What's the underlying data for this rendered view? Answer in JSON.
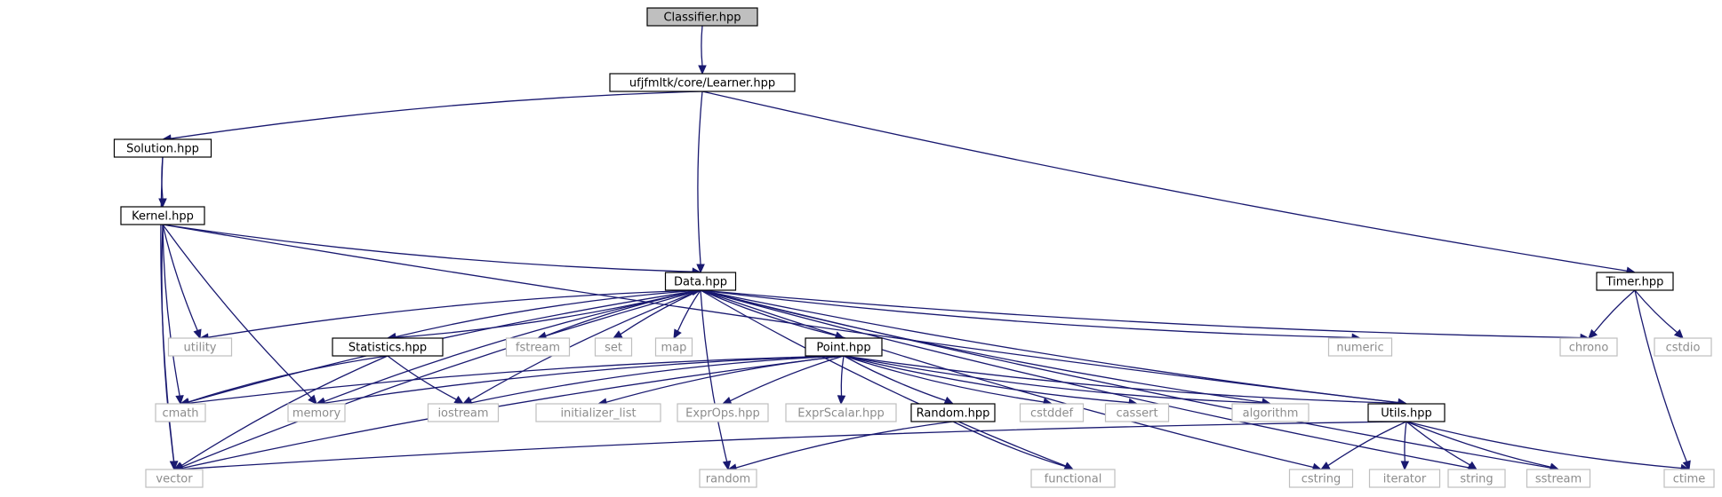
{
  "diagram": {
    "nodes": [
      {
        "id": "classifier",
        "label": "Classifier.hpp",
        "kind": "root"
      },
      {
        "id": "learner",
        "label": "ufjfmltk/core/Learner.hpp",
        "kind": "header"
      },
      {
        "id": "solution",
        "label": "Solution.hpp",
        "kind": "header"
      },
      {
        "id": "kernel",
        "label": "Kernel.hpp",
        "kind": "header"
      },
      {
        "id": "data",
        "label": "Data.hpp",
        "kind": "header"
      },
      {
        "id": "timer",
        "label": "Timer.hpp",
        "kind": "header"
      },
      {
        "id": "statistics",
        "label": "Statistics.hpp",
        "kind": "header"
      },
      {
        "id": "point",
        "label": "Point.hpp",
        "kind": "header"
      },
      {
        "id": "random_hpp",
        "label": "Random.hpp",
        "kind": "header"
      },
      {
        "id": "utils",
        "label": "Utils.hpp",
        "kind": "header"
      },
      {
        "id": "utility",
        "label": "utility",
        "kind": "system"
      },
      {
        "id": "fstream",
        "label": "fstream",
        "kind": "system"
      },
      {
        "id": "set",
        "label": "set",
        "kind": "system"
      },
      {
        "id": "map",
        "label": "map",
        "kind": "system"
      },
      {
        "id": "numeric",
        "label": "numeric",
        "kind": "system"
      },
      {
        "id": "chrono",
        "label": "chrono",
        "kind": "system"
      },
      {
        "id": "cstdio",
        "label": "cstdio",
        "kind": "system"
      },
      {
        "id": "cmath",
        "label": "cmath",
        "kind": "system"
      },
      {
        "id": "memory",
        "label": "memory",
        "kind": "system"
      },
      {
        "id": "iostream",
        "label": "iostream",
        "kind": "system"
      },
      {
        "id": "initializer_list",
        "label": "initializer_list",
        "kind": "system"
      },
      {
        "id": "exprops",
        "label": "ExprOps.hpp",
        "kind": "system"
      },
      {
        "id": "exprscalar",
        "label": "ExprScalar.hpp",
        "kind": "system"
      },
      {
        "id": "cstddef",
        "label": "cstddef",
        "kind": "system"
      },
      {
        "id": "cassert",
        "label": "cassert",
        "kind": "system"
      },
      {
        "id": "algorithm",
        "label": "algorithm",
        "kind": "system"
      },
      {
        "id": "vector",
        "label": "vector",
        "kind": "system"
      },
      {
        "id": "random",
        "label": "random",
        "kind": "system"
      },
      {
        "id": "functional",
        "label": "functional",
        "kind": "system"
      },
      {
        "id": "cstring",
        "label": "cstring",
        "kind": "system"
      },
      {
        "id": "iterator",
        "label": "iterator",
        "kind": "system"
      },
      {
        "id": "string",
        "label": "string",
        "kind": "system"
      },
      {
        "id": "sstream",
        "label": "sstream",
        "kind": "system"
      },
      {
        "id": "ctime",
        "label": "ctime",
        "kind": "system"
      }
    ],
    "edges": [
      [
        "classifier",
        "learner"
      ],
      [
        "learner",
        "solution"
      ],
      [
        "learner",
        "data"
      ],
      [
        "learner",
        "timer"
      ],
      [
        "solution",
        "kernel"
      ],
      [
        "solution",
        "vector"
      ],
      [
        "kernel",
        "data"
      ],
      [
        "kernel",
        "utility"
      ],
      [
        "kernel",
        "cmath"
      ],
      [
        "kernel",
        "memory"
      ],
      [
        "kernel",
        "vector"
      ],
      [
        "kernel",
        "utils"
      ],
      [
        "data",
        "utility"
      ],
      [
        "data",
        "fstream"
      ],
      [
        "data",
        "set"
      ],
      [
        "data",
        "map"
      ],
      [
        "data",
        "statistics"
      ],
      [
        "data",
        "point"
      ],
      [
        "data",
        "numeric"
      ],
      [
        "data",
        "chrono"
      ],
      [
        "data",
        "cmath"
      ],
      [
        "data",
        "memory"
      ],
      [
        "data",
        "iostream"
      ],
      [
        "data",
        "algorithm"
      ],
      [
        "data",
        "vector"
      ],
      [
        "data",
        "random"
      ],
      [
        "data",
        "functional"
      ],
      [
        "data",
        "cstring"
      ],
      [
        "data",
        "string"
      ],
      [
        "data",
        "sstream"
      ],
      [
        "data",
        "utils"
      ],
      [
        "statistics",
        "data"
      ],
      [
        "statistics",
        "cmath"
      ],
      [
        "statistics",
        "iostream"
      ],
      [
        "statistics",
        "vector"
      ],
      [
        "point",
        "cmath"
      ],
      [
        "point",
        "memory"
      ],
      [
        "point",
        "iostream"
      ],
      [
        "point",
        "initializer_list"
      ],
      [
        "point",
        "exprops"
      ],
      [
        "point",
        "exprscalar"
      ],
      [
        "point",
        "random_hpp"
      ],
      [
        "point",
        "cstddef"
      ],
      [
        "point",
        "cassert"
      ],
      [
        "point",
        "algorithm"
      ],
      [
        "point",
        "utils"
      ],
      [
        "point",
        "vector"
      ],
      [
        "random_hpp",
        "random"
      ],
      [
        "random_hpp",
        "functional"
      ],
      [
        "utils",
        "vector"
      ],
      [
        "utils",
        "cstring"
      ],
      [
        "utils",
        "iterator"
      ],
      [
        "utils",
        "string"
      ],
      [
        "utils",
        "sstream"
      ],
      [
        "utils",
        "ctime"
      ],
      [
        "timer",
        "chrono"
      ],
      [
        "timer",
        "cstdio"
      ],
      [
        "timer",
        "ctime"
      ]
    ]
  }
}
